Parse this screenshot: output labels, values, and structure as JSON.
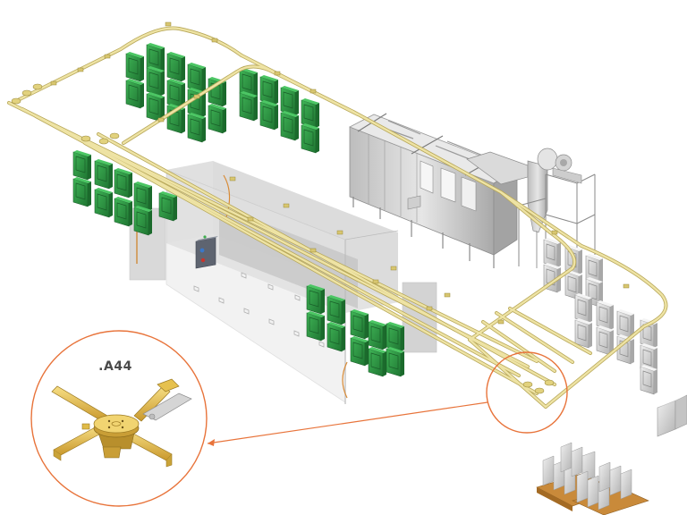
{
  "diagram": {
    "subject": "overhead conveyor powder-coating line",
    "colors": {
      "rail": "#e6dc9a",
      "rail_edge": "#b8a85a",
      "green_part": "#2f9a46",
      "green_dark": "#1e6e30",
      "grey_part": "#d8d8d8",
      "grey_dark": "#9c9c9c",
      "booth": "#c9c9c9",
      "enclosure": "#dcdcdc",
      "callout": "#e8743b",
      "pallet": "#c98a3a",
      "detail_gold": "#e9c24f"
    },
    "components": [
      {
        "id": "overhead-rail-loop",
        "label": "Overhead conveyor rail"
      },
      {
        "id": "green-hanging-parts",
        "label": "Hanging parts (green, uncoated)"
      },
      {
        "id": "transparent-enclosure",
        "label": "Pre-treatment / drying enclosure"
      },
      {
        "id": "control-box",
        "label": "Control box"
      },
      {
        "id": "powder-booth",
        "label": "Powder coating booth"
      },
      {
        "id": "cyclone-filter",
        "label": "Cyclone recovery unit with fan"
      },
      {
        "id": "grey-hanging-parts",
        "label": "Hanging parts (grey, coated)"
      },
      {
        "id": "pallets",
        "label": "Finished parts on pallets"
      }
    ],
    "callout": {
      "label": ".A44",
      "description": "Rail switch / turntable junction detail"
    }
  }
}
